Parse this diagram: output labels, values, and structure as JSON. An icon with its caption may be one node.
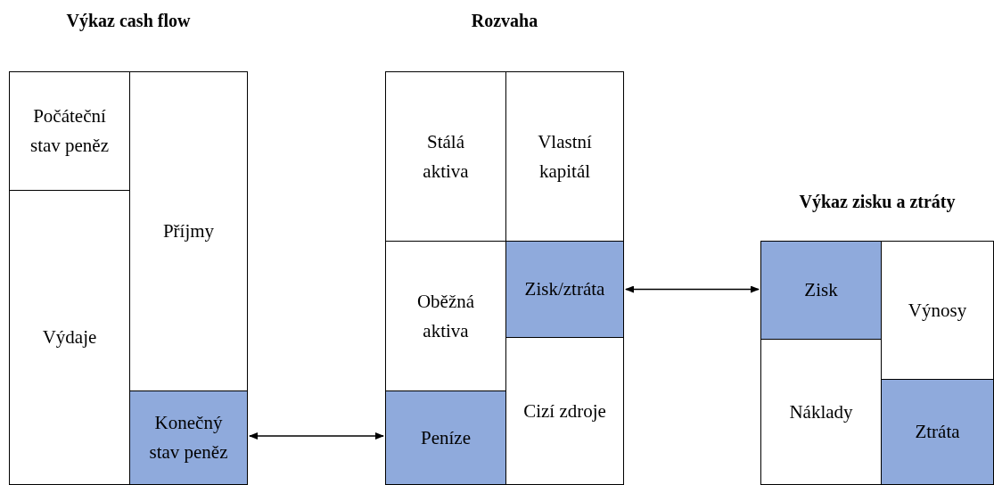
{
  "diagram": {
    "nodes": [
      {
        "text": [
          "Výkaz cash flow"
        ]
      },
      {
        "text": [
          "Počáteční stav peněz"
        ],
        "in": 0
      },
      {
        "text": [
          "Výdaje"
        ],
        "in": 0
      },
      {
        "text": [
          "Příjmy"
        ],
        "in": 0
      },
      {
        "text": [
          "Konečný stav peněz"
        ],
        "in": 0
      },
      {
        "text": [
          "Rozvaha"
        ]
      },
      {
        "text": [
          "Stálá aktiva"
        ],
        "in": 5
      },
      {
        "text": [
          "Vlastní kapitál"
        ],
        "in": 5
      },
      {
        "text": [
          "Oběžná aktiva"
        ],
        "in": 5
      },
      {
        "text": [
          "Zisk/ztráta"
        ],
        "in": 5
      },
      {
        "text": [
          "Peníze"
        ],
        "in": 5
      },
      {
        "text": [
          "Cizí zdroje"
        ],
        "in": 5
      },
      {
        "text": [
          "Výkaz zisku a ztráty"
        ]
      },
      {
        "text": [
          "Zisk"
        ],
        "in": 12
      },
      {
        "text": [
          "Výnosy"
        ],
        "in": 12
      },
      {
        "text": [
          "Náklady"
        ],
        "in": 12
      },
      {
        "text": [
          "Ztráta"
        ],
        "in": 12
      }
    ],
    "edges": [
      {
        "from": 4,
        "to": 10,
        "arrow": "both"
      },
      {
        "from": 9,
        "to": 13,
        "arrow": "both"
      }
    ]
  }
}
